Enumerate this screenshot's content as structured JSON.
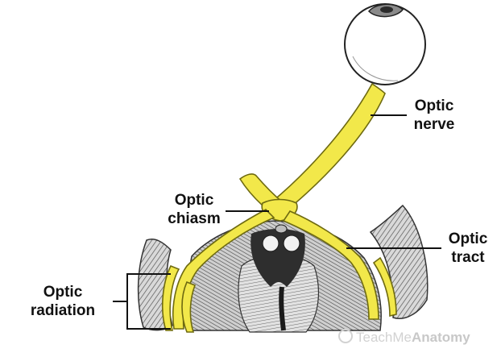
{
  "labels": {
    "nerve_line1": "Optic",
    "nerve_line2": "nerve",
    "chiasm_line1": "Optic",
    "chiasm_line2": "chiasm",
    "tract_line1": "Optic",
    "tract_line2": "tract",
    "radiation_line1": "Optic",
    "radiation_line2": "radiation"
  },
  "watermark": {
    "part1": "TeachMe",
    "part2": "Anatomy"
  },
  "colors": {
    "nerve_fill": "#f2e84a",
    "nerve_stroke": "#6e6a10",
    "tissue_fill": "#d4d4d4",
    "tissue_dark": "#3a3a3a",
    "line": "#111111"
  },
  "icons": [
    "eyeball-icon",
    "watermark-logo-icon"
  ]
}
